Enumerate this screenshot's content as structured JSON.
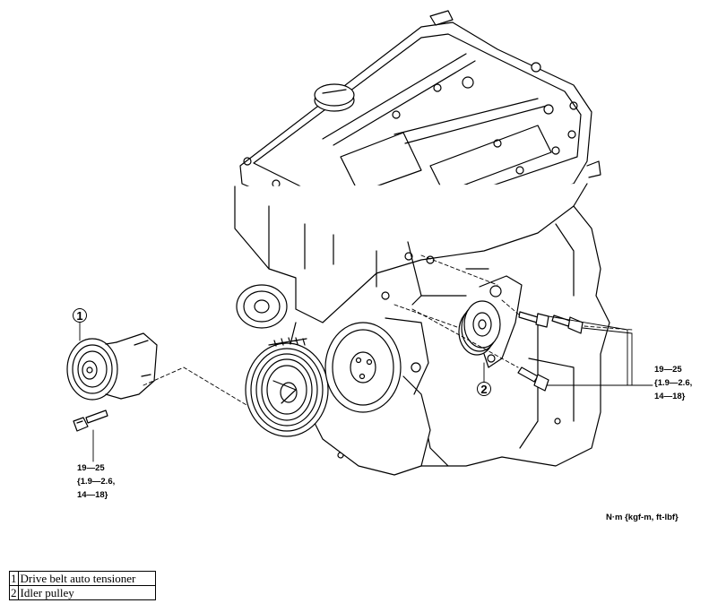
{
  "figure": {
    "callouts": [
      {
        "number": "1"
      },
      {
        "number": "2"
      }
    ],
    "torque_left": {
      "line1": "19—25",
      "line2": "{1.9—2.6,",
      "line3": "14—18}"
    },
    "torque_right": {
      "line1": "19—25",
      "line2": "{1.9—2.6,",
      "line3": "14—18}"
    },
    "unit_note": "N·m {kgf-m, ft-lbf}"
  },
  "legend": {
    "rows": [
      {
        "num": "1",
        "name": "Drive belt auto tensioner"
      },
      {
        "num": "2",
        "name": "Idler pulley"
      }
    ]
  }
}
